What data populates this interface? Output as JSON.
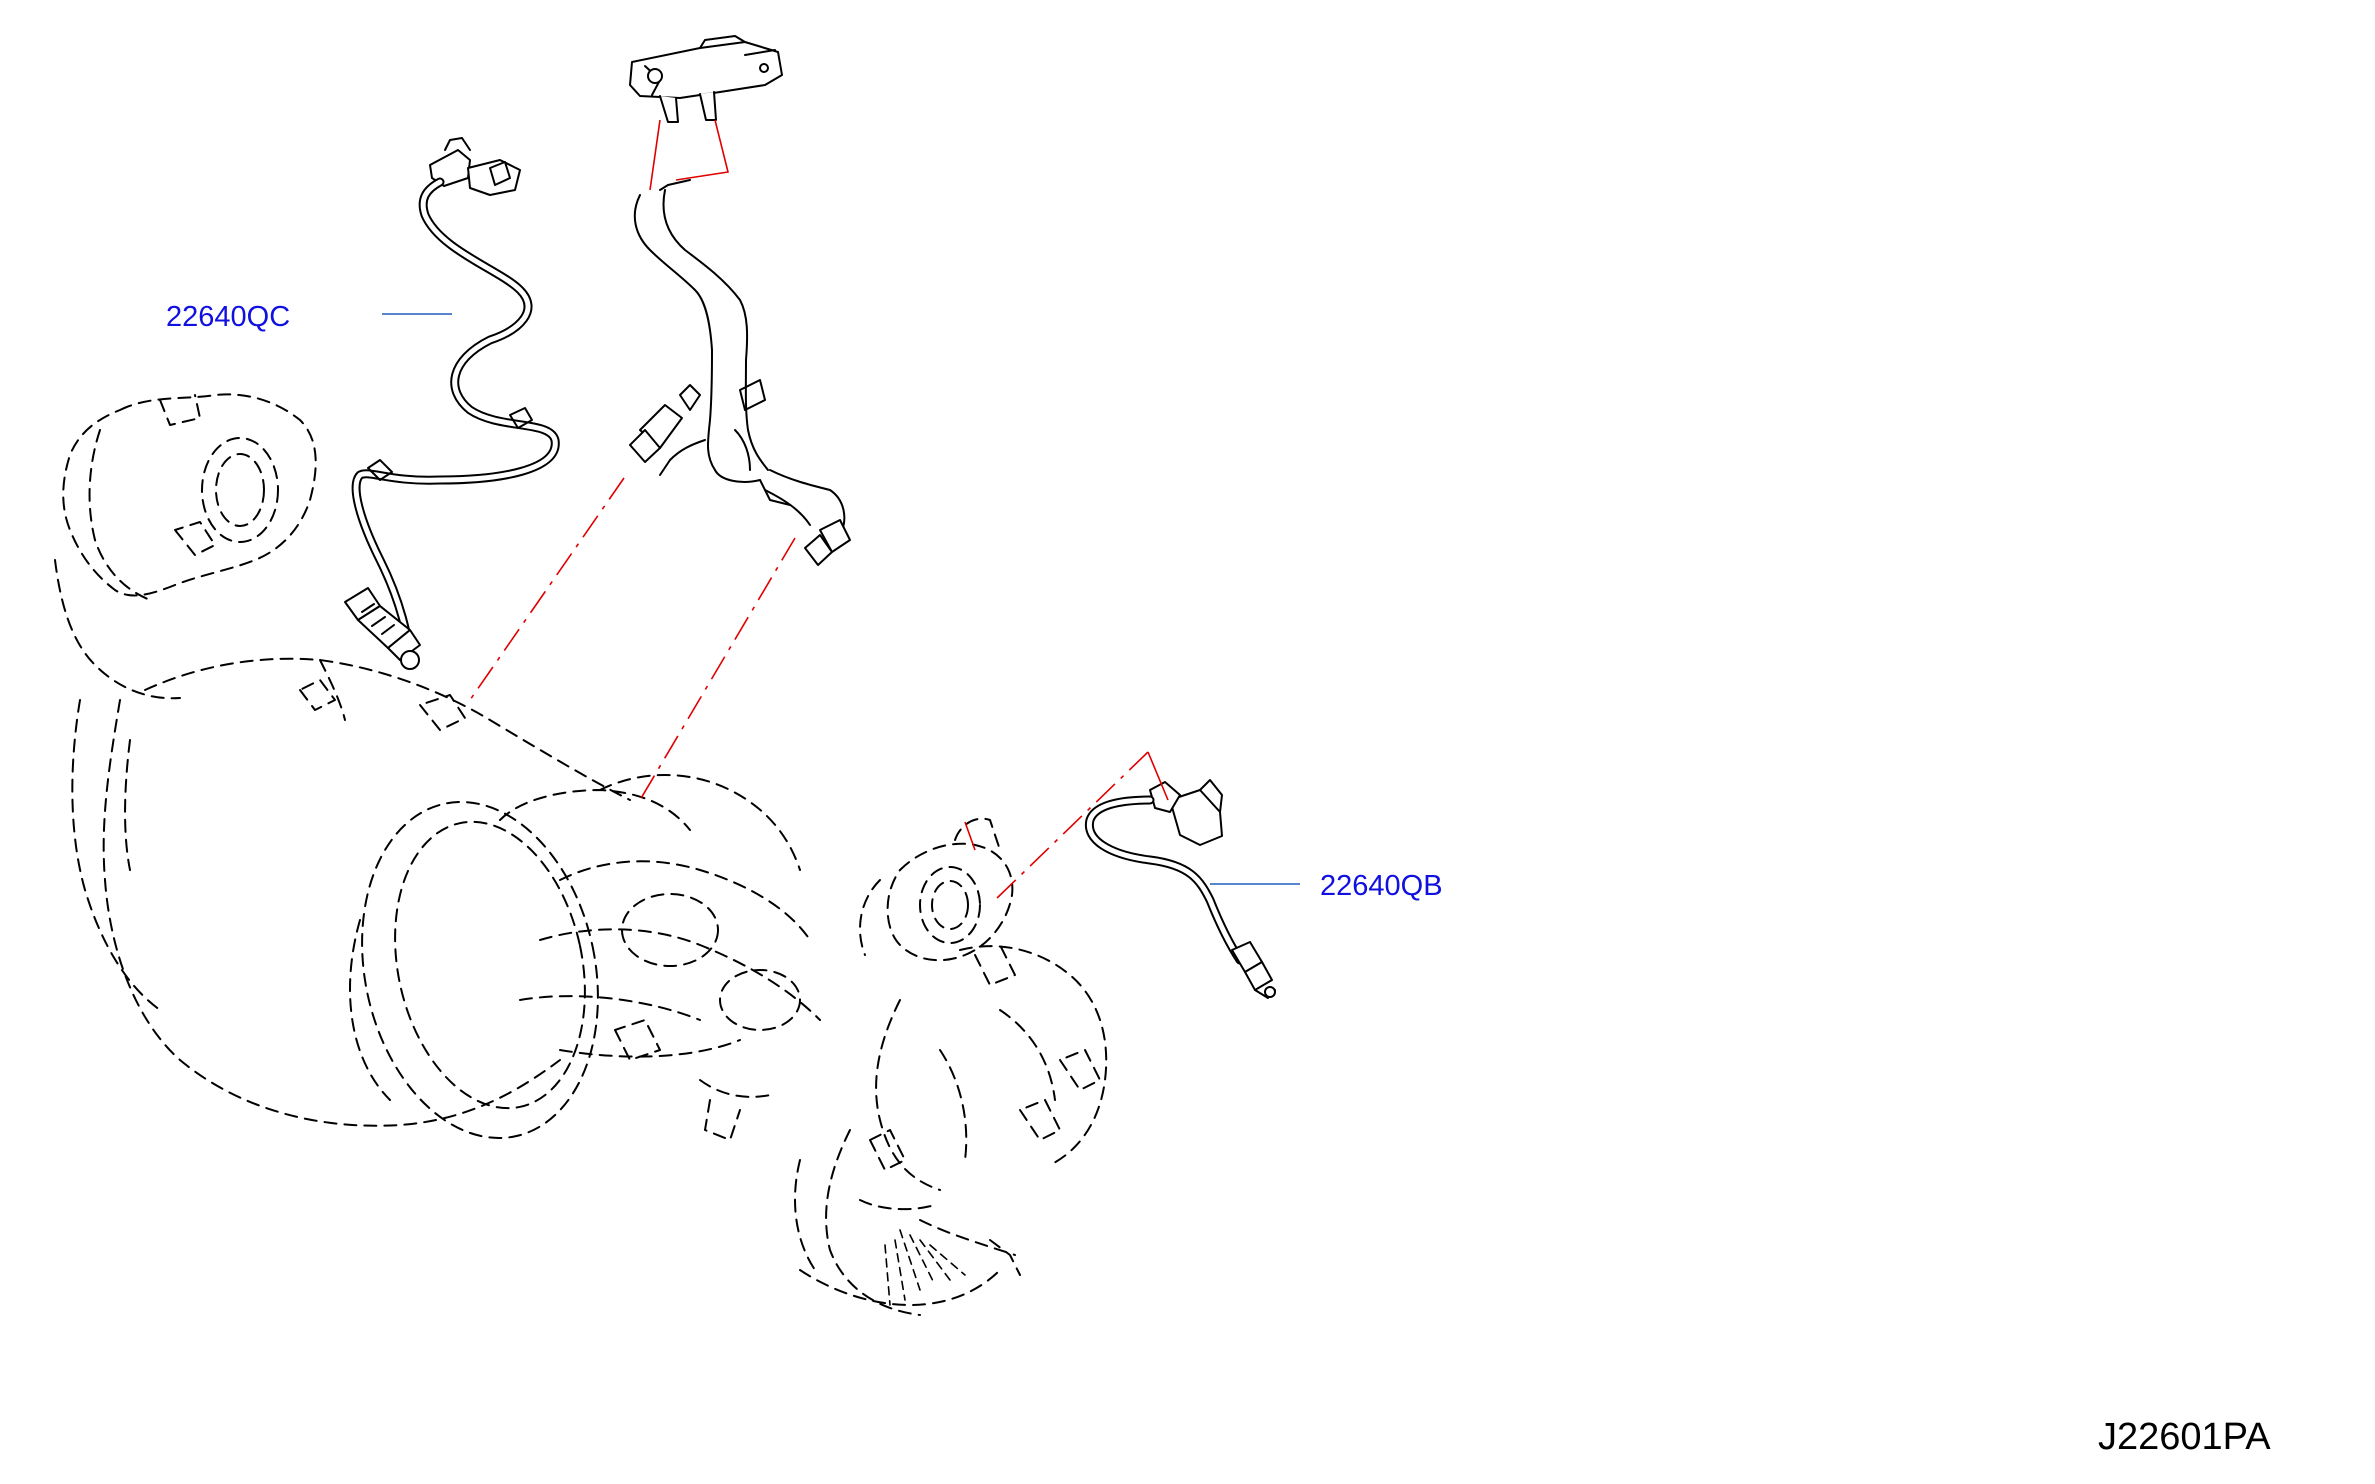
{
  "diagram": {
    "callouts": [
      {
        "part_number": "22640QC"
      },
      {
        "part_number": "22640QB"
      }
    ],
    "figure_code": "J22601PA",
    "colors": {
      "callout_text": "#1010e0",
      "leader_line": "#1f5fbf",
      "assembly_centerline": "#e00000",
      "linework": "#000000",
      "background": "#ffffff"
    }
  }
}
